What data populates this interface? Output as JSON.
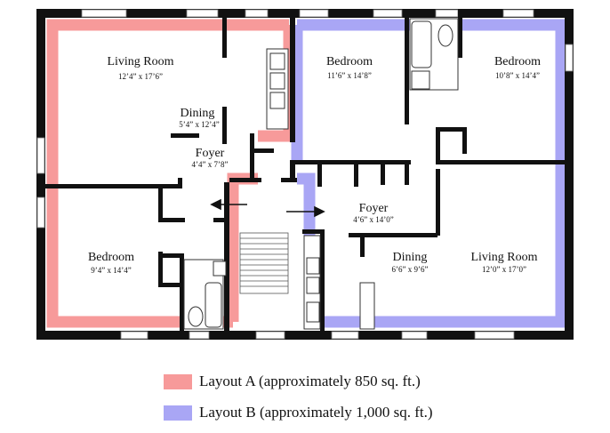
{
  "layout_a": {
    "color": "#f79a9a",
    "rooms": {
      "living": {
        "name": "Living Room",
        "dim": "12’4” x 17’6”"
      },
      "dining": {
        "name": "Dining",
        "dim": "5’4” x 12’4”"
      },
      "foyer": {
        "name": "Foyer",
        "dim": "4’4” x 7’8”"
      },
      "bedroom": {
        "name": "Bedroom",
        "dim": "9’4” x 14’4”"
      }
    }
  },
  "layout_b": {
    "color": "#a9a6f5",
    "rooms": {
      "bedroom1": {
        "name": "Bedroom",
        "dim": "11’6” x 14’8”"
      },
      "bedroom2": {
        "name": "Bedroom",
        "dim": "10’8” x 14’4”"
      },
      "foyer": {
        "name": "Foyer",
        "dim": "4’6” x 14’0”"
      },
      "dining": {
        "name": "Dining",
        "dim": "6’6” x 9’6”"
      },
      "living": {
        "name": "Living Room",
        "dim": "12’0” x 17’0”"
      }
    }
  },
  "legend": {
    "a_label": "Layout A (approximately 850 sq. ft.)",
    "b_label": "Layout B (approximately 1,000 sq. ft.)"
  }
}
